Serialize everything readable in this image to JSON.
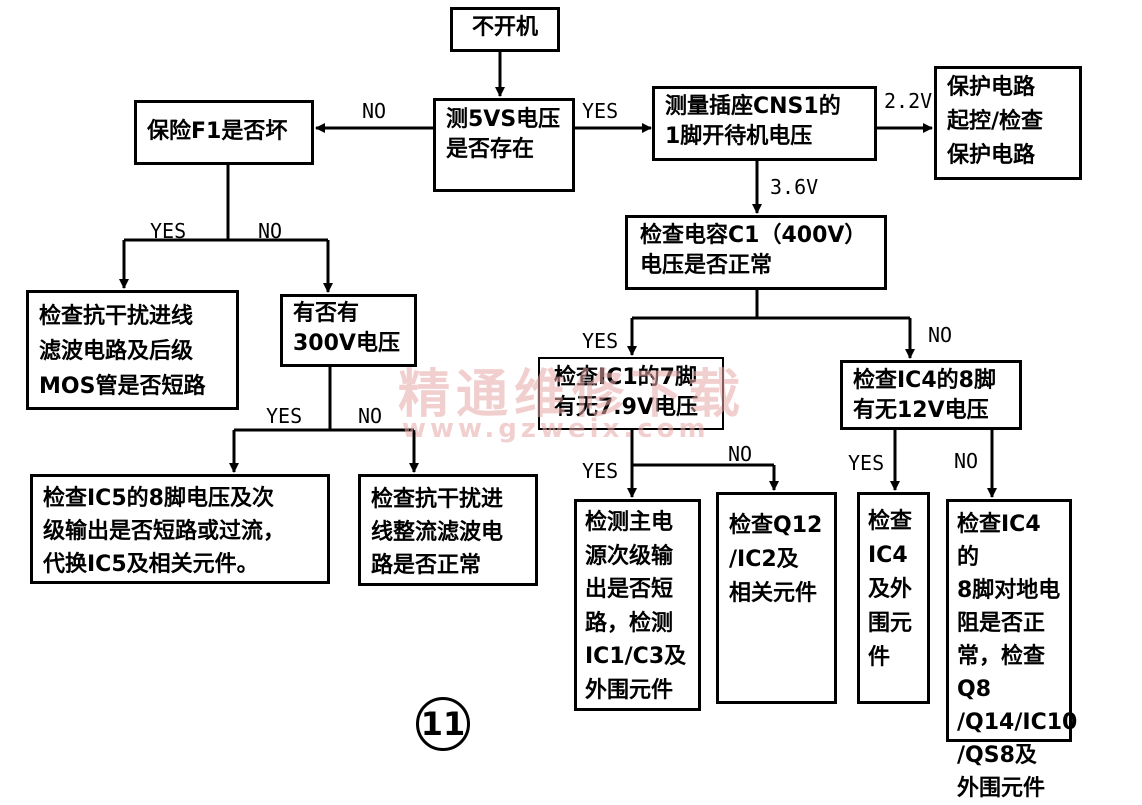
{
  "nodes": {
    "start": "不开机",
    "measure_5vs": "测5VS电压\n是否存在",
    "fuse_check": "保险F1是否坏",
    "measure_cns1": "测量插座CNS1的\n1脚开待机电压",
    "protect_circuit": "保护电路\n起控/检查\n保护电路",
    "check_c1": "检查电容C1（400V）\n电压是否正常",
    "check_filter": "检查抗干扰进线\n滤波电路及后级\nMOS管是否短路",
    "check_300v": "有否有\n300V电压",
    "check_ic1": "检查IC1的7脚\n有无7.9V电压",
    "check_ic4_8": "检查IC4的8脚\n有无12V电压",
    "check_ic5": "检查IC5的8脚电压及次\n级输出是否短路或过流，\n代换IC5及相关元件。",
    "check_rectifier": "检查抗干扰进\n线整流滤波电\n路是否正常",
    "check_main_power": "检测主电\n源次级输\n出是否短\n路，检测\nIC1/C3及\n外围元件",
    "check_q12": "检查Q12\n/IC2及\n相关元件",
    "check_ic4_parts": "检查\nIC4\n及外\n围元\n件",
    "check_ic4_resist": "检查IC4的\n8脚对地电\n阻是否正\n常，检查Q8\n/Q14/IC10\n/QS8及\n外围元件"
  },
  "edges": {
    "no_fuse": "NO",
    "yes_cns1": "YES",
    "v22": "2.2V",
    "v36": "3.6V",
    "fuse_yes": "YES",
    "fuse_no": "NO",
    "c1_yes": "YES",
    "c1_no": "NO",
    "v300_yes": "YES",
    "v300_no": "NO",
    "ic1_yes": "YES",
    "ic1_no": "NO",
    "ic4_yes": "YES",
    "ic4_no": "NO"
  },
  "watermark": {
    "title": "精通维修下载",
    "url": "www.gzweix.com"
  },
  "page_number": "11",
  "colors": {
    "line": "#000000",
    "watermark": "#e9a9a9"
  }
}
